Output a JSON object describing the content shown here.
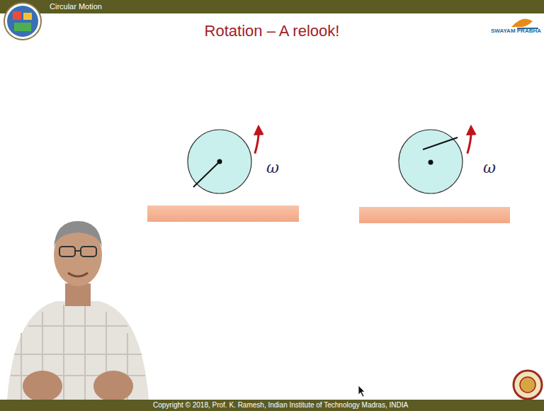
{
  "diagram": {
    "title": "Rotation – A relook!",
    "labels": [
      "Circular Motion",
      "SWAYAM PRABHA",
      "ω",
      "ω",
      "Copyright © 2018, Prof. K. Ramesh, Indian Institute of Technology Madras, INDIA"
    ]
  }
}
